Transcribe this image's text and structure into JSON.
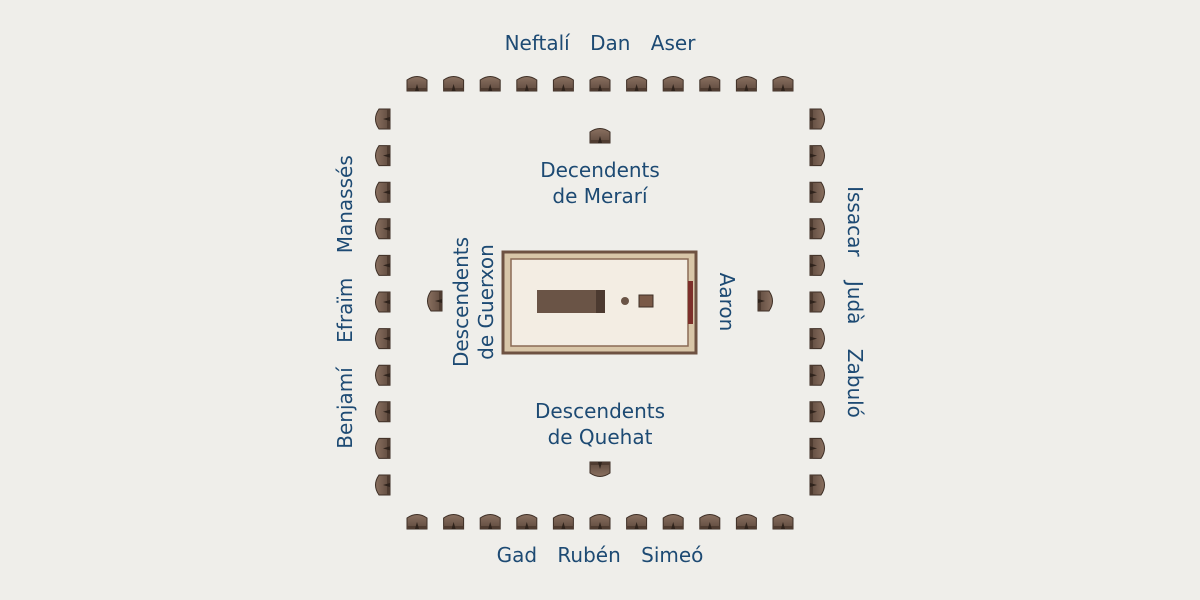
{
  "camp": {
    "north_tribes": [
      "Neftalí",
      "Dan",
      "Aser"
    ],
    "south_tribes": [
      "Gad",
      "Rubén",
      "Simeó"
    ],
    "west_tribes": [
      "Benjamí",
      "Efraïm",
      "Manassés"
    ],
    "east_tribes": [
      "Issacar",
      "Judà",
      "Zabuló"
    ]
  },
  "levites": {
    "north": [
      "Decendents",
      "de Merarí"
    ],
    "south": [
      "Descendents",
      "de Quehat"
    ],
    "west": [
      "Descendents",
      "de Guerxon"
    ],
    "east": "Aaron"
  },
  "colors": {
    "background": "#efeeea",
    "label": "#1d4a73",
    "tent": "#7a6152",
    "tent_dark": "#4f3c31",
    "court": "#8a6a55"
  }
}
